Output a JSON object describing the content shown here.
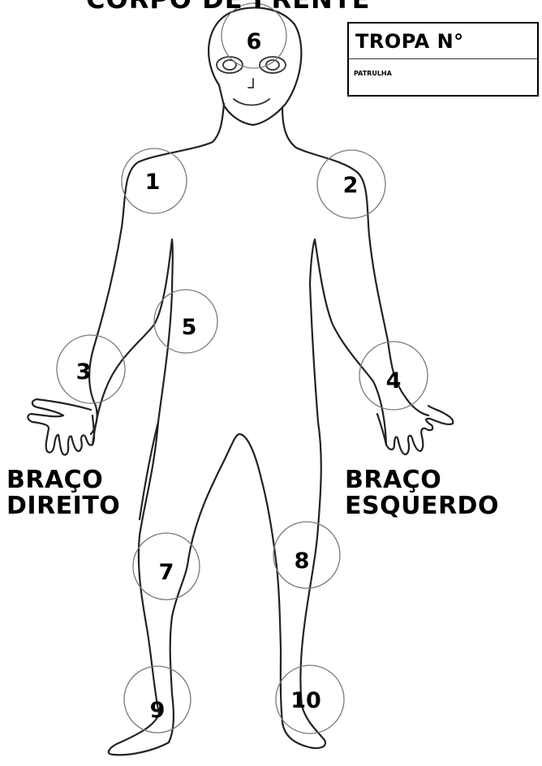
{
  "title": "CORPO DE FRENTE",
  "form": {
    "troop_label": "TROPA N°",
    "patrol_label": "PATRULHA"
  },
  "labels": {
    "right_arm_line1": "BRAÇO",
    "right_arm_line2": "DIREITO",
    "left_arm_line1": "BRAÇO",
    "left_arm_line2": "ESQUERDO"
  },
  "markers": [
    "1",
    "2",
    "3",
    "4",
    "5",
    "6",
    "7",
    "8",
    "9",
    "10"
  ]
}
